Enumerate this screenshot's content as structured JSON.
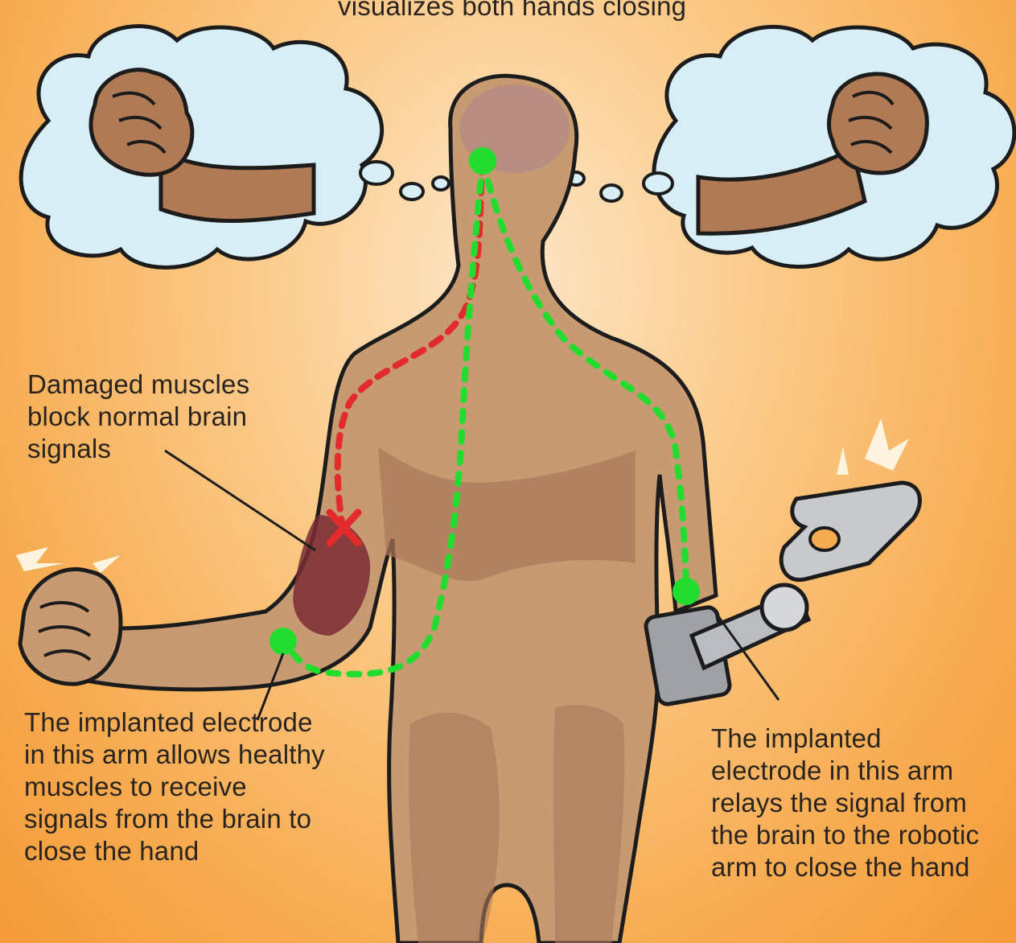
{
  "caption_top": "visualizes both hands closing",
  "labels": {
    "damaged_muscles": [
      "Damaged muscles",
      "block normal brain",
      "signals"
    ],
    "left_electrode": [
      "The implanted electrode",
      "in this arm allows healthy",
      "muscles to receive",
      "signals from the brain to",
      "close the hand"
    ],
    "right_electrode": [
      "The implanted",
      "electrode in this arm",
      "relays the signal from",
      "the brain to the robotic",
      "arm to close the hand"
    ]
  },
  "colors": {
    "skin": "#c89a72",
    "skin_shadow": "#a9795a",
    "damaged_muscle": "#7a2a33",
    "blocked_signal": "#e32b2b",
    "nerve_signal": "#22dd2e",
    "robot_metal": "#b9bcc0",
    "thought_cloud": "#d8eef6"
  },
  "icons": {
    "blocked_marker": "x-mark-icon",
    "electrode": "electrode-dot-icon",
    "thought": "thought-cloud-icon",
    "fist": "fist-icon"
  }
}
